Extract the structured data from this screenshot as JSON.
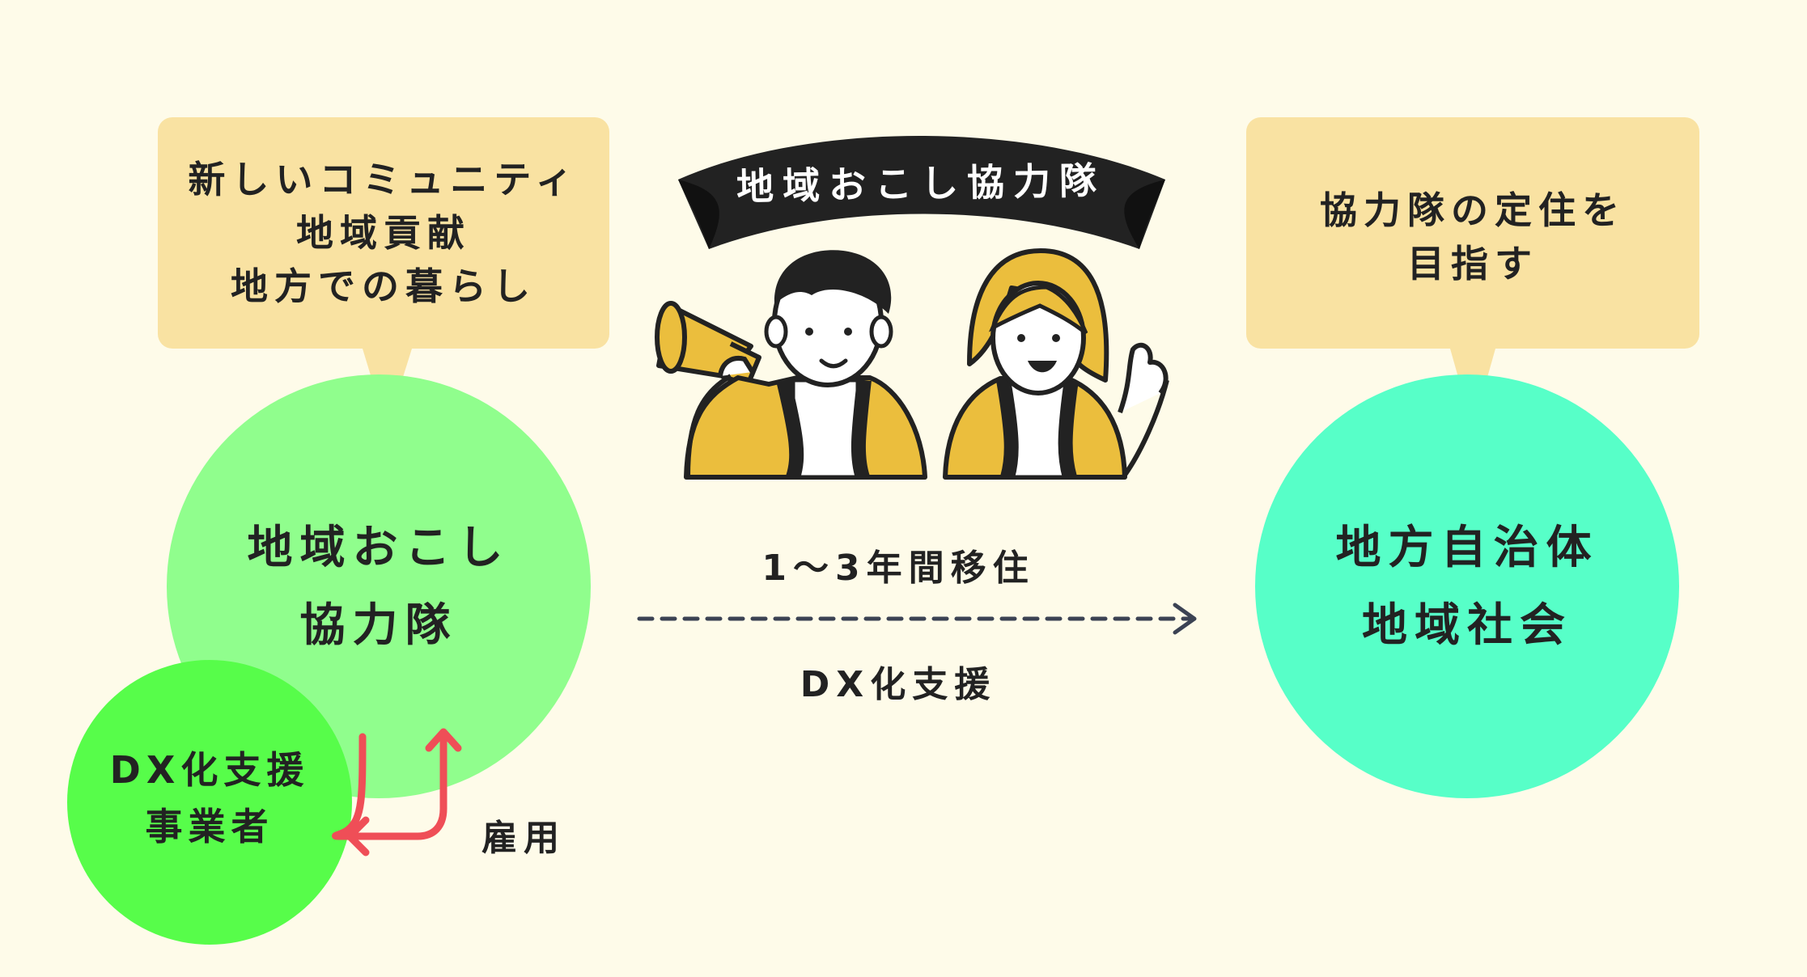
{
  "left_bubble": {
    "lines": [
      "新しいコミュニティ",
      "地域貢献",
      "地方での暮らし"
    ]
  },
  "right_bubble": {
    "lines": [
      "協力隊の定住を",
      "目指す"
    ]
  },
  "banner": {
    "text": "地域おこし協力隊"
  },
  "left_circle": {
    "lines": [
      "地域おこし",
      "協力隊"
    ]
  },
  "small_circle": {
    "lines": [
      "DX化支援",
      "事業者"
    ]
  },
  "right_circle": {
    "lines": [
      "地方自治体",
      "地域社会"
    ]
  },
  "arrow_labels": {
    "top": "1〜3年間移住",
    "bottom": "DX化支援",
    "employment": "雇用"
  },
  "colors": {
    "background": "#fefbe9",
    "bubble": "#f9e2a2",
    "left_circle": "#90fe8d",
    "small_circle": "#57fd4a",
    "right_circle": "#57ffc8",
    "banner": "#222222",
    "arrow_red": "#ef4e57",
    "jacket_yellow": "#ebbe3d"
  },
  "icons": {
    "banner": "ribbon-banner-icon",
    "people": "two-people-with-megaphone-icon",
    "dashed_arrow": "dashed-arrow-right-icon",
    "employment_arrow": "red-elbow-arrow-icon"
  }
}
